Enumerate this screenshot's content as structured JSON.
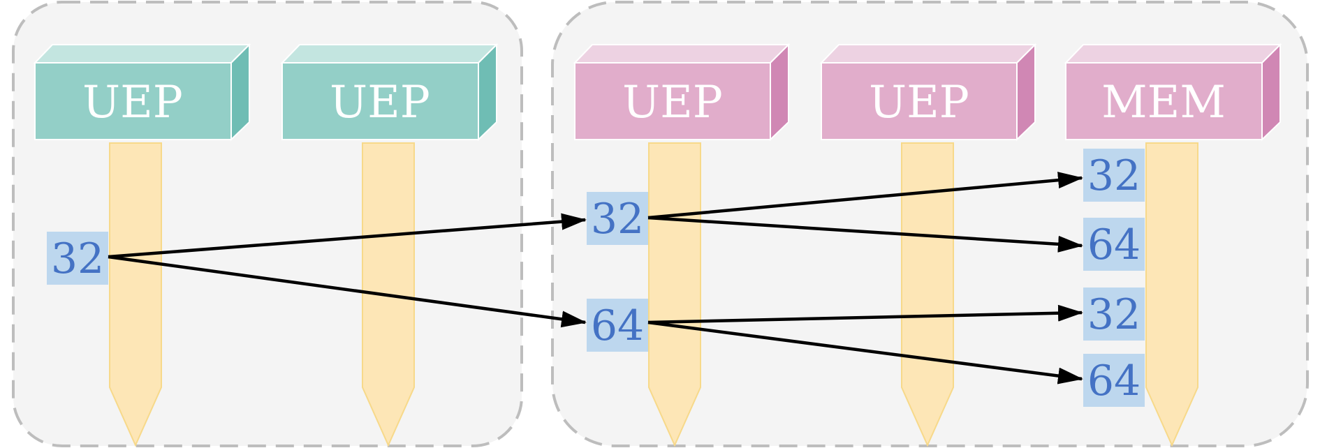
{
  "colors": {
    "group_bg": "#f4f4f4",
    "group_border": "#bdbdbd",
    "teal_front": "#93cfc7",
    "teal_top": "#c3e5e0",
    "teal_side": "#6fbdb4",
    "pink_front": "#e1adcb",
    "pink_top": "#edd2e2",
    "pink_side": "#d087b4",
    "lane": "#fde6b6",
    "lane_edge": "#f7d98a",
    "value_bg": "#bdd7ee",
    "value_text": "#4472c4",
    "arrow": "#000000"
  },
  "groups": [
    {
      "units": [
        {
          "label": "UEP"
        },
        {
          "label": "UEP"
        }
      ],
      "values": [
        {
          "text": "32"
        }
      ]
    },
    {
      "units": [
        {
          "label": "UEP"
        },
        {
          "label": "UEP"
        },
        {
          "label": "MEM"
        }
      ],
      "values": [
        {
          "text": "32"
        },
        {
          "text": "64"
        },
        {
          "text": "32"
        },
        {
          "text": "64"
        },
        {
          "text": "32"
        },
        {
          "text": "64"
        }
      ]
    }
  ]
}
